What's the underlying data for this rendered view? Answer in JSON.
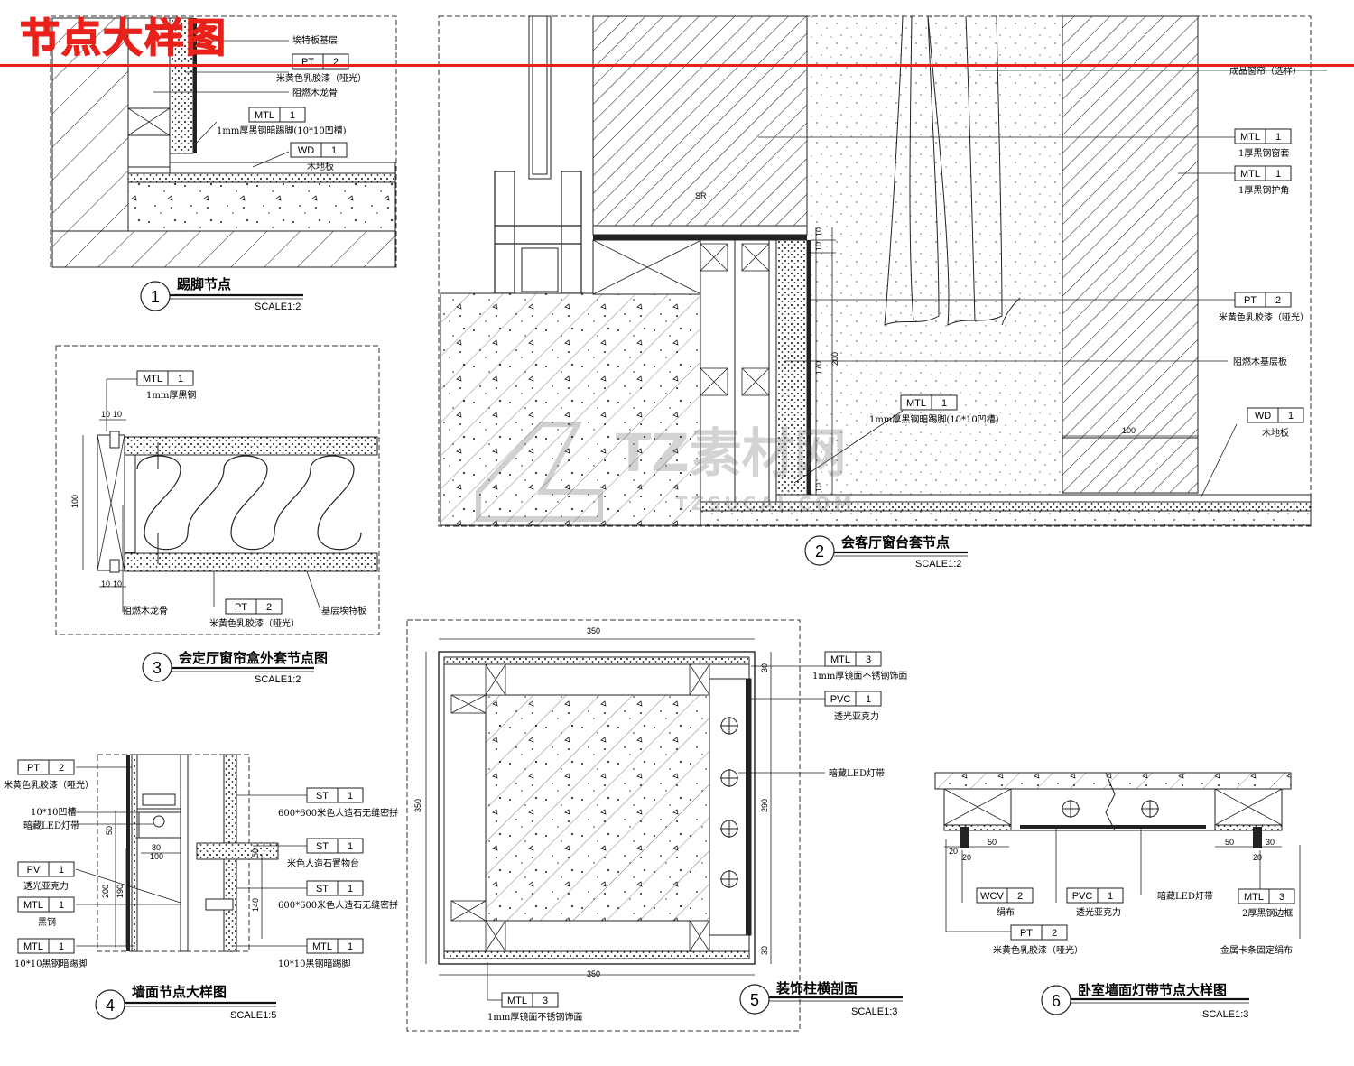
{
  "header": {
    "title": "节点大样图",
    "color": "#e8211a"
  },
  "watermark": {
    "main": "TZ素材网",
    "sub": "TZSUCAI.COM"
  },
  "details": [
    {
      "num": "1",
      "title": "踢脚节点",
      "scale": "SCALE1:2",
      "tags": [
        {
          "code": "PT",
          "n": "2",
          "desc": "米黄色乳胶漆（哑光）"
        },
        {
          "code": "MTL",
          "n": "1",
          "desc": "1mm厚黑钢暗踢脚(10*10凹槽)"
        },
        {
          "code": "WD",
          "n": "1",
          "desc": "木地板"
        }
      ],
      "notes": [
        "埃特板基层",
        "阻燃木龙骨"
      ]
    },
    {
      "num": "2",
      "title": "会客厅窗台套节点",
      "scale": "SCALE1:2",
      "tags": [
        {
          "code": "MTL",
          "n": "1",
          "desc": "1厚黑钢窗套"
        },
        {
          "code": "MTL",
          "n": "1",
          "desc": "1厚黑钢护角"
        },
        {
          "code": "PT",
          "n": "2",
          "desc": "米黄色乳胶漆（哑光）"
        },
        {
          "code": "MTL",
          "n": "1",
          "desc": "1mm厚黑钢暗踢脚(10*10凹槽)"
        },
        {
          "code": "WD",
          "n": "1",
          "desc": "木地板"
        }
      ],
      "notes": [
        "成品窗帘（选样）",
        "阻燃木基层板",
        "SR"
      ],
      "dims": [
        "10",
        "10",
        "170",
        "200",
        "10",
        "100"
      ]
    },
    {
      "num": "3",
      "title": "会定厅窗帘盒外套节点图",
      "scale": "SCALE1:2",
      "tags": [
        {
          "code": "MTL",
          "n": "1",
          "desc": "1mm厚黑钢"
        },
        {
          "code": "PT",
          "n": "2",
          "desc": "米黄色乳胶漆（哑光）"
        }
      ],
      "notes": [
        "阻燃木龙骨",
        "基层埃特板"
      ],
      "dims": [
        "10",
        "10",
        "100",
        "10",
        "10"
      ]
    },
    {
      "num": "4",
      "title": "墙面节点大样图",
      "scale": "SCALE1:5",
      "tags": [
        {
          "code": "PT",
          "n": "2",
          "desc": "米黄色乳胶漆（哑光）"
        },
        {
          "code": "PV",
          "n": "1",
          "desc": "透光亚克力"
        },
        {
          "code": "MTL",
          "n": "1",
          "desc": "黑钢"
        },
        {
          "code": "MTL",
          "n": "1",
          "desc": "10*10黑钢暗踢脚"
        },
        {
          "code": "ST",
          "n": "1",
          "desc": "600*600米色人造石无缝密拼"
        },
        {
          "code": "ST",
          "n": "1",
          "desc": "米色人造石置物台"
        },
        {
          "code": "ST",
          "n": "1",
          "desc": "600*600米色人造石无缝密拼"
        },
        {
          "code": "MTL",
          "n": "1",
          "desc": "10*10黑钢暗踢脚"
        }
      ],
      "notes": [
        "10*10凹槽",
        "暗藏LED灯带"
      ],
      "dims": [
        "50",
        "80",
        "100",
        "200",
        "190",
        "50",
        "140"
      ]
    },
    {
      "num": "5",
      "title": "装饰柱横剖面",
      "scale": "SCALE1:3",
      "tags": [
        {
          "code": "MTL",
          "n": "3",
          "desc": "1mm厚镜面不锈钢饰面"
        },
        {
          "code": "PVC",
          "n": "1",
          "desc": "透光亚克力"
        },
        {
          "code": "MTL",
          "n": "3",
          "desc": "1mm厚镜面不锈钢饰面"
        }
      ],
      "notes": [
        "暗藏LED灯带"
      ],
      "dims": [
        "350",
        "350",
        "350",
        "30",
        "290",
        "30"
      ]
    },
    {
      "num": "6",
      "title": "卧室墙面灯带节点大样图",
      "scale": "SCALE1:3",
      "tags": [
        {
          "code": "WCV",
          "n": "2",
          "desc": "绢布"
        },
        {
          "code": "PVC",
          "n": "1",
          "desc": "透光亚克力"
        },
        {
          "code": "MTL",
          "n": "3",
          "desc": "2厚黑钢边框"
        },
        {
          "code": "PT",
          "n": "2",
          "desc": "米黄色乳胶漆（哑光）"
        }
      ],
      "notes": [
        "暗藏LED灯带",
        "金属卡条固定绢布"
      ],
      "dims": [
        "20",
        "50",
        "20",
        "50",
        "20",
        "30"
      ]
    }
  ]
}
